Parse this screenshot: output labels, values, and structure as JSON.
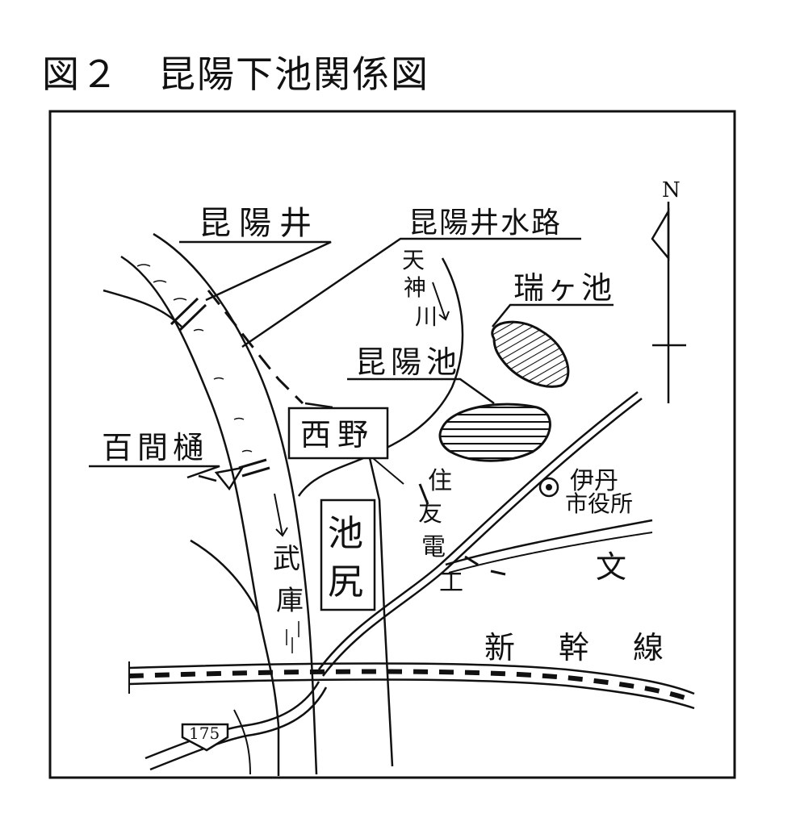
{
  "figure": {
    "title": "図２　昆陽下池関係図"
  },
  "labels": {
    "koyai": "昆陽井",
    "koyai_suiro": "昆陽井水路",
    "tenjin": "天",
    "tenjin2": "神",
    "tenjin3": "川",
    "mizugaike": "瑞ヶ池",
    "koyaike": "昆陽池",
    "hyakkenhi": "百間樋",
    "nishino": "西野",
    "ikejiri1": "池",
    "ikejiri2": "尻",
    "muko1": "武",
    "muko2": "庫",
    "sumitomo1": "住",
    "sumitomo2": "友",
    "sumitomo3": "電",
    "sumitomo4": "工",
    "itami1": "伊丹",
    "itami2": "市役所",
    "school": "文",
    "shinkansen": "新　幹　線",
    "route": "175",
    "north": "N"
  },
  "colors": {
    "ink": "#111111",
    "paper": "#ffffff"
  }
}
